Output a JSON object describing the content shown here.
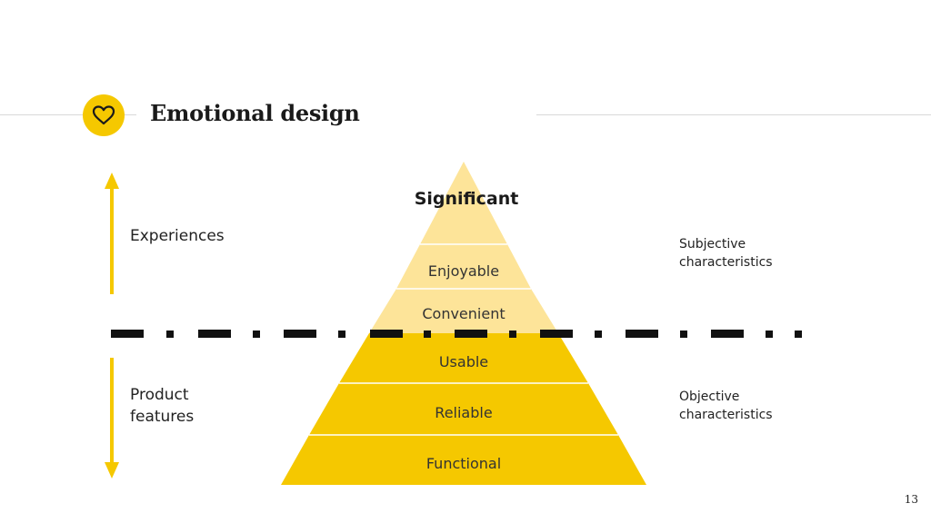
{
  "slide": {
    "title": "Emotional design",
    "page_number": "13",
    "icon": "heart-icon",
    "accent_color": "#f5c800",
    "light_accent_color": "#fde499"
  },
  "pyramid": {
    "levels": [
      "Significant",
      "Enjoyable",
      "Convenient",
      "Usable",
      "Reliable",
      "Functional"
    ],
    "upper_level_count": 3,
    "divider_style": "dash-dot"
  },
  "side_labels": {
    "top": "Experiences",
    "bottom": "Product features"
  },
  "characteristics": {
    "subjective": "Subjective characteristics",
    "objective": "Objective characteristics"
  }
}
